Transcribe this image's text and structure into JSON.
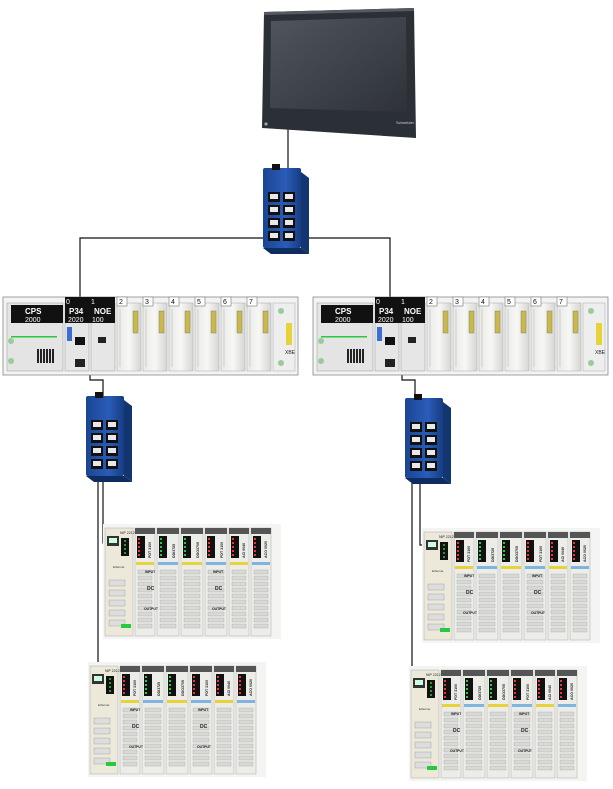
{
  "hmi": {
    "brand": "Schneider"
  },
  "racks": [
    {
      "modules": [
        {
          "slot": "",
          "name": "CPS",
          "code": "2000"
        },
        {
          "slot": "0",
          "name": "P34",
          "code": "2020"
        },
        {
          "slot": "1",
          "name": "NOE",
          "code": "100"
        },
        {
          "slot": "2"
        },
        {
          "slot": "3"
        },
        {
          "slot": "4"
        },
        {
          "slot": "5"
        },
        {
          "slot": "6"
        },
        {
          "slot": "7"
        }
      ],
      "tag": "XBE"
    },
    {
      "modules": [
        {
          "slot": "",
          "name": "CPS",
          "code": "2000"
        },
        {
          "slot": "0",
          "name": "P34",
          "code": "2020"
        },
        {
          "slot": "1",
          "name": "NOE",
          "code": "100"
        },
        {
          "slot": "2"
        },
        {
          "slot": "3"
        },
        {
          "slot": "4"
        },
        {
          "slot": "5"
        },
        {
          "slot": "6"
        },
        {
          "slot": "7"
        }
      ],
      "tag": "XBE"
    }
  ],
  "io_island": {
    "nim": "NIP 2212",
    "modules": [
      "PDT 3100",
      "DDI3725",
      "DDO3705",
      "PDT 3100",
      "ACI 0040",
      "ACO 0020"
    ],
    "input_label": "INPUT",
    "output_label": "OUTPUT",
    "dc_label": "DC",
    "ethernet_label": "Ethernet"
  },
  "colors": {
    "switch_blue": "#1f4fa0",
    "module_black": "#111111",
    "hmi_frame": "#2b2f36",
    "hmi_screen": "#3b3f46",
    "led_green": "#27c93f",
    "led_yellow": "#e8d23a"
  }
}
